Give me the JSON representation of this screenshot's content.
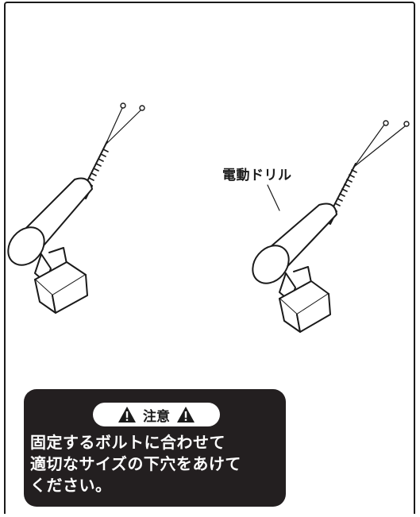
{
  "drill_label": "電動ドリル",
  "caution": {
    "title": "注意",
    "lines": [
      "固定するボルトに合わせて",
      "適切なサイズの下穴をあけて",
      "ください。"
    ]
  },
  "colors": {
    "ink": "#1a1a1a",
    "caution_bg": "#231f20",
    "caution_text": "#ffffff"
  }
}
